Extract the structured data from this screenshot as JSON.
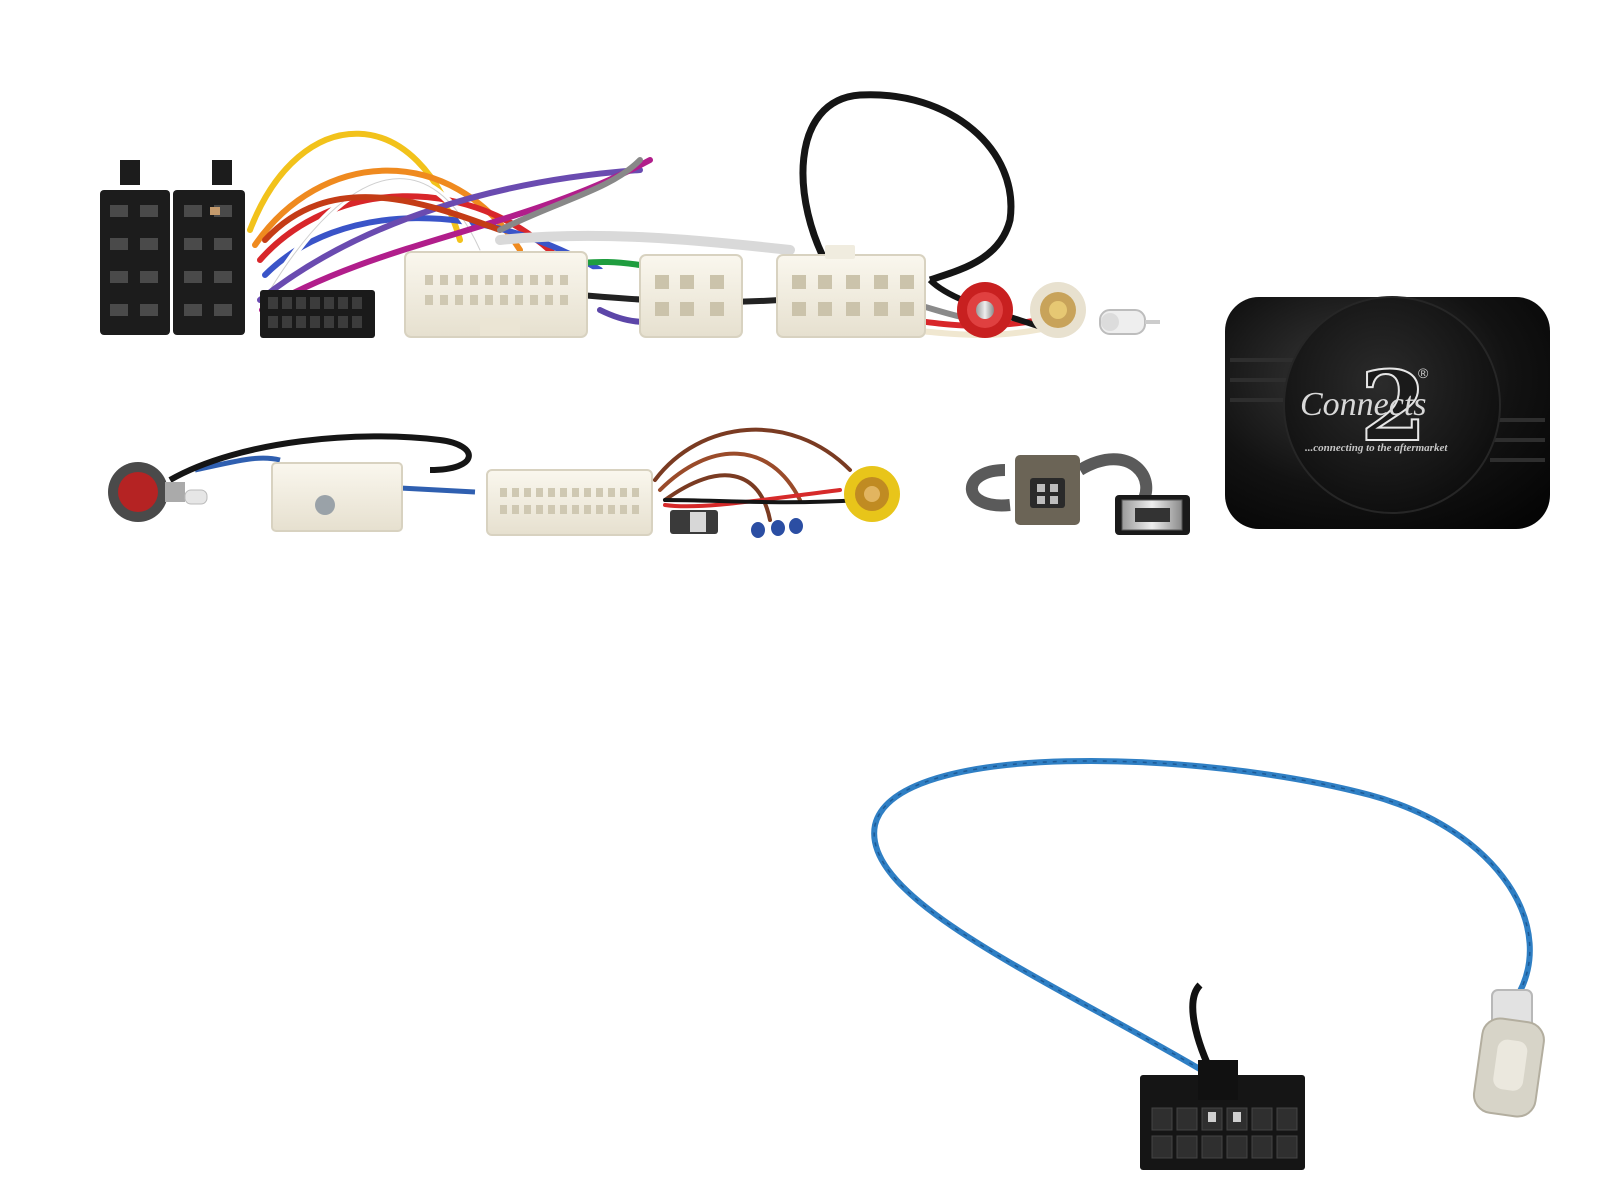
{
  "logo": {
    "brand_text": "Connects",
    "brand_number": "2",
    "registered_mark": "®",
    "tagline": "...connecting to the aftermarket"
  },
  "colors": {
    "background": "#ffffff",
    "connector_black": "#1c1c1c",
    "connector_white": "#f3efe2",
    "rca_red": "#d42a2a",
    "rca_yellow": "#e8c51a",
    "antenna_lead_blue": "#2f7fc4",
    "wire_black": "#141414"
  },
  "icons": [
    "iso-connector-black",
    "harness-16pin-connector",
    "oem-multipin-connector-white",
    "rca-plug-red",
    "rca-plug-white",
    "antenna-adapter",
    "usb-a-plug",
    "interface-box",
    "patch-lead-connector"
  ]
}
